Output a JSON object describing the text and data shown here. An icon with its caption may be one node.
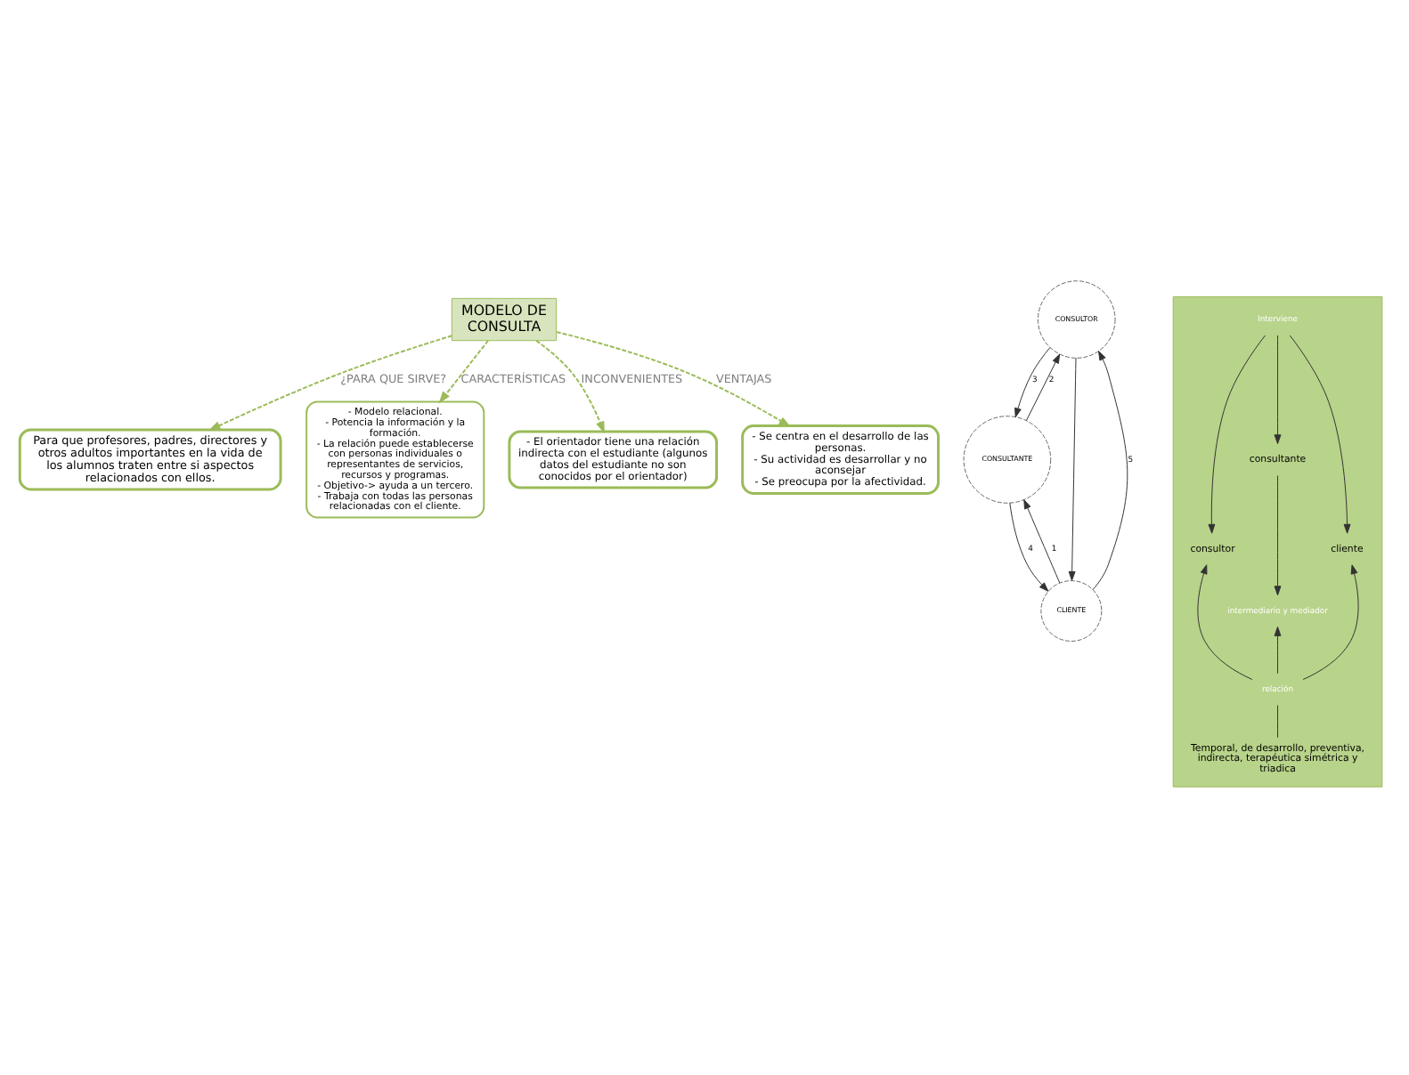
{
  "diagram": {
    "nodes": [
      {
        "text": [
          "Para que profesores, padres, directores y otros adultos importantes en la vida de los alumnos traten entre si aspectos relacionados con ellos."
        ]
      },
      {
        "text": [
          "CONSULTOR"
        ]
      },
      {
        "text": [
          "CONSULTANTE"
        ]
      },
      {
        "text": [
          "CLIENTE"
        ]
      },
      {
        "text": [],
        "shape": "box"
      },
      {
        "text": [
          "Interviene"
        ],
        "in": 4
      },
      {
        "text": [
          "consultor"
        ],
        "in": 4
      },
      {
        "text": [
          "consultante"
        ],
        "in": 4
      },
      {
        "text": [
          "cliente"
        ],
        "in": 4
      },
      {
        "text": [
          "intermediario y mediador"
        ],
        "in": 4
      },
      {
        "text": [
          "relación"
        ],
        "in": 4
      },
      {
        "text": [
          "Temporal, de desarrollo, preventiva, indirecta, terapéutica simétrica y triadica"
        ],
        "in": 4
      },
      {
        "text": [
          "MODELO DE CONSULTA"
        ]
      },
      {
        "text": [
          "- Modelo relacional.",
          "- Potencia la información y la formación.",
          "- La relación puede establecerse con personas individuales o representantes de servicios, recursos y programas.",
          "- Objetivo-> ayuda a un tercero.",
          "- Trabaja con todas las personas relacionadas con el cliente."
        ]
      },
      {
        "text": [
          "- El orientador tiene una relación indirecta con el estudiante (algunos datos del estudiante no son conocidos por el orientador)"
        ]
      },
      {
        "text": [
          "- Se centra en el desarrollo de las personas.",
          "- Su actividad es desarrollar y no aconsejar",
          "- Se preocupa por la afectividad."
        ]
      }
    ],
    "edges": [
      {
        "from": 12,
        "to": 0,
        "arrow": "to",
        "label": "¿PARA QUE SIRVE?",
        "style": "dashed",
        "color": "#9bbb59"
      },
      {
        "from": 12,
        "to": 13,
        "arrow": "to",
        "label": "CARACTERÍSTICAS",
        "style": "dashed",
        "color": "#9bbb59"
      },
      {
        "from": 12,
        "to": 14,
        "arrow": "to",
        "label": "INCONVENIENTES",
        "style": "dashed",
        "color": "#9bbb59"
      },
      {
        "from": 12,
        "to": 15,
        "arrow": "to",
        "label": "VENTAJAS",
        "style": "dashed",
        "color": "#9bbb59"
      },
      {
        "from": 3,
        "to": 2,
        "arrow": "to",
        "label": "1"
      },
      {
        "from": 2,
        "to": 1,
        "arrow": "to",
        "label": "2"
      },
      {
        "from": 1,
        "to": 2,
        "arrow": "to",
        "label": "3"
      },
      {
        "from": 2,
        "to": 3,
        "arrow": "to",
        "label": "4"
      },
      {
        "from": 3,
        "to": 1,
        "arrow": "to",
        "label": "5"
      },
      {
        "from": 1,
        "to": 3,
        "arrow": "to"
      },
      {
        "from": 5,
        "to": 6,
        "arrow": "to"
      },
      {
        "from": 5,
        "to": 7,
        "arrow": "to"
      },
      {
        "from": 5,
        "to": 8,
        "arrow": "to"
      },
      {
        "from": 7,
        "to": 9,
        "arrow": "to"
      },
      {
        "from": 10,
        "to": 9,
        "arrow": "to"
      },
      {
        "from": 10,
        "to": 6,
        "arrow": "to"
      },
      {
        "from": 10,
        "to": 8,
        "arrow": "to"
      },
      {
        "from": 11,
        "to": 10,
        "arrow": "none"
      }
    ]
  }
}
